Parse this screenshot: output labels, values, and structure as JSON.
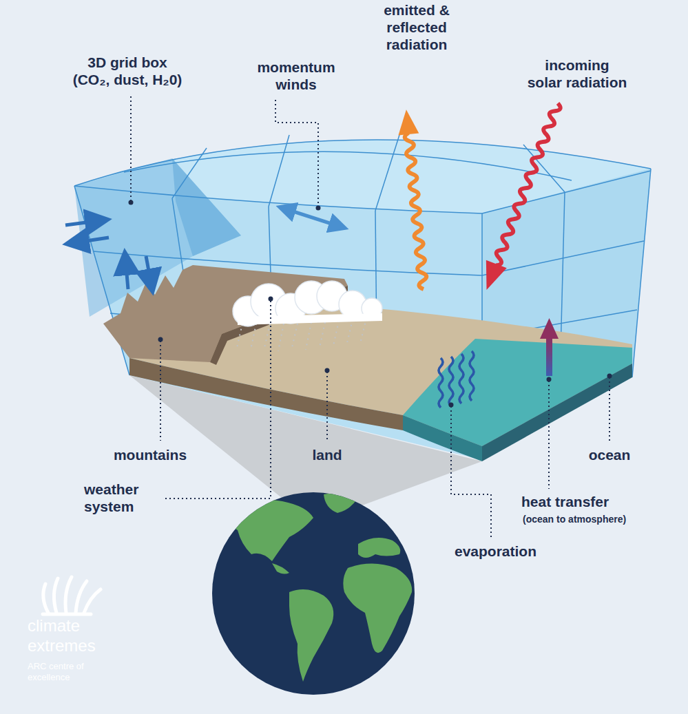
{
  "diagram": {
    "labels": [
      "3D grid box (CO₂, dust, H₂0)",
      "momentum winds",
      "emitted & reflected radiation",
      "incoming solar radiation",
      "mountains",
      "land",
      "ocean",
      "weather system",
      "heat transfer",
      "(ocean to atmosphere)",
      "evaporation",
      "climate extremes",
      "ARC centre of excellence"
    ]
  }
}
